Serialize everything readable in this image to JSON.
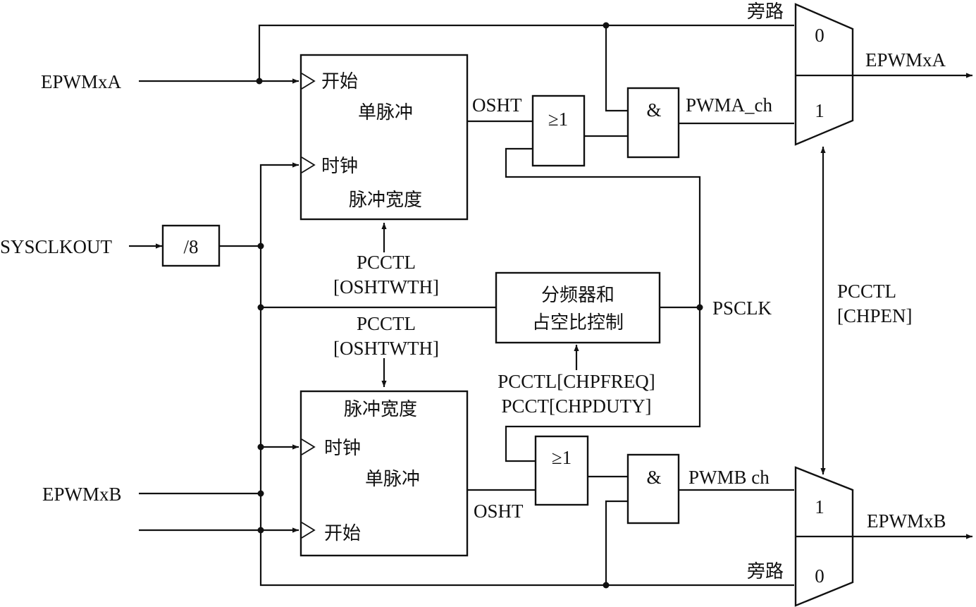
{
  "signals": {
    "epwmxa_in": "EPWMxA",
    "epwmxb_in": "EPWMxB",
    "sysclkout": "SYSCLKOUT",
    "epwmxa_out": "EPWMxA",
    "epwmxb_out": "EPWMxB",
    "oshta": "OSHT",
    "oshtb": "OSHT",
    "pwma_ch": "PWMA_ch",
    "pwmb_ch": "PWMB ch",
    "psclk": "PSCLK"
  },
  "blocks": {
    "div8": "/8",
    "oneshot_a": {
      "start": "开始",
      "title": "单脉冲",
      "clock": "时钟",
      "width": "脉冲宽度"
    },
    "oneshot_b": {
      "width": "脉冲宽度",
      "clock": "时钟",
      "title": "单脉冲",
      "start": "开始"
    },
    "or_a": "≥1",
    "or_b": "≥1",
    "and_a": "&",
    "and_b": "&",
    "divider": {
      "line1": "分频器和",
      "line2": "占空比控制"
    },
    "mux_a": {
      "in0": "0",
      "in1": "1",
      "bypass": "旁路"
    },
    "mux_b": {
      "in1": "1",
      "in0": "0",
      "bypass": "旁路"
    }
  },
  "registers": {
    "oshtwth_a_1": "PCCTL",
    "oshtwth_a_2": "[OSHTWTH]",
    "oshtwth_b_1": "PCCTL",
    "oshtwth_b_2": "[OSHTWTH]",
    "chpfreq": "PCCTL[CHPFREQ]",
    "chpduty": "PCCT[CHPDUTY]",
    "chpen_1": "PCCTL",
    "chpen_2": "[CHPEN]"
  }
}
